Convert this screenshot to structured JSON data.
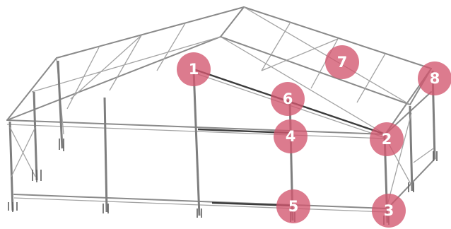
{
  "markers": [
    {
      "label": "1"
    },
    {
      "label": "2"
    },
    {
      "label": "3"
    },
    {
      "label": "4"
    },
    {
      "label": "5"
    },
    {
      "label": "6"
    },
    {
      "label": "7"
    },
    {
      "label": "8"
    }
  ],
  "colors": {
    "marker": "#d2566e",
    "frame": "#8a8a8a",
    "highlight": "#3c3c3c"
  }
}
